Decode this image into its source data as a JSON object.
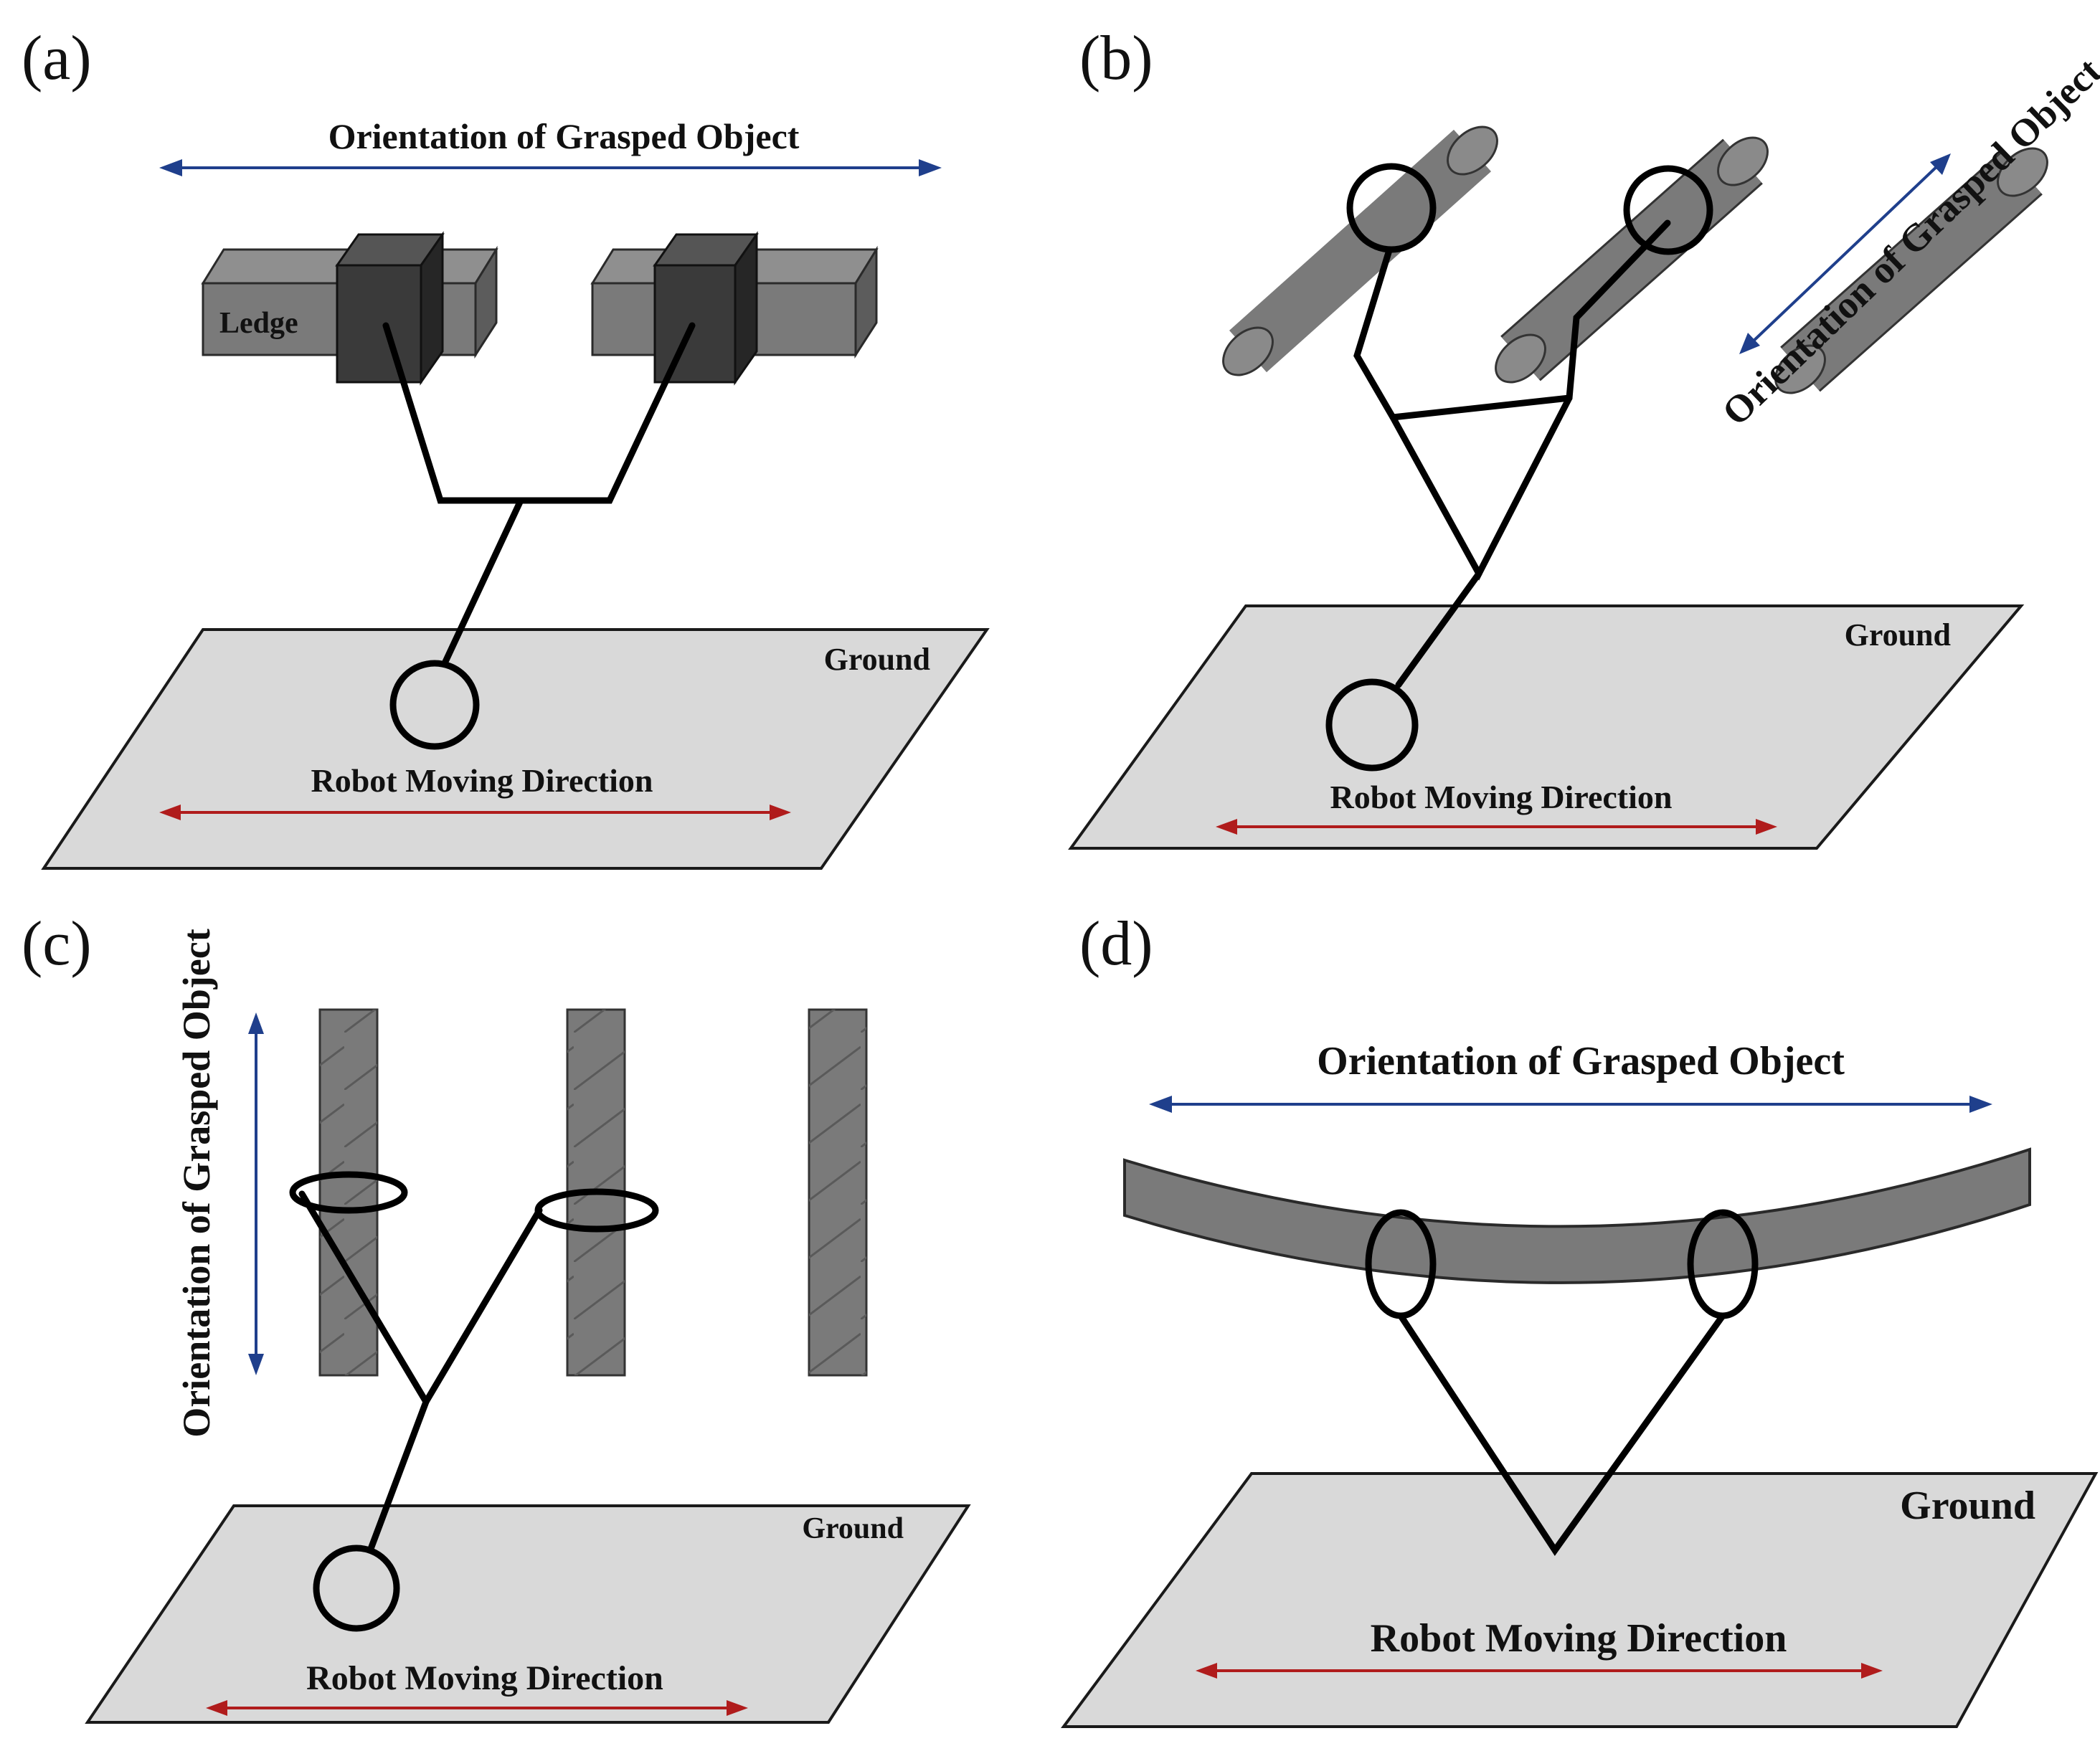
{
  "panels": {
    "a": {
      "label": "(a)",
      "orientation": "Orientation of Grasped Object",
      "ledge": "Ledge",
      "ground": "Ground",
      "moving": "Robot Moving Direction"
    },
    "b": {
      "label": "(b)",
      "orientation": "Orientation of Grasped Object",
      "ground": "Ground",
      "moving": "Robot Moving Direction"
    },
    "c": {
      "label": "(c)",
      "orientation": "Orientation of Grasped Object",
      "ground": "Ground",
      "moving": "Robot Moving Direction"
    },
    "d": {
      "label": "(d)",
      "orientation": "Orientation of Grasped Object",
      "ground": "Ground",
      "moving": "Robot Moving Direction"
    }
  },
  "colors": {
    "orientation_arrow": "#1f3f8c",
    "moving_arrow": "#b01c1c",
    "ground_fill": "#d9d9d9",
    "object_fill": "#7a7a7a"
  }
}
